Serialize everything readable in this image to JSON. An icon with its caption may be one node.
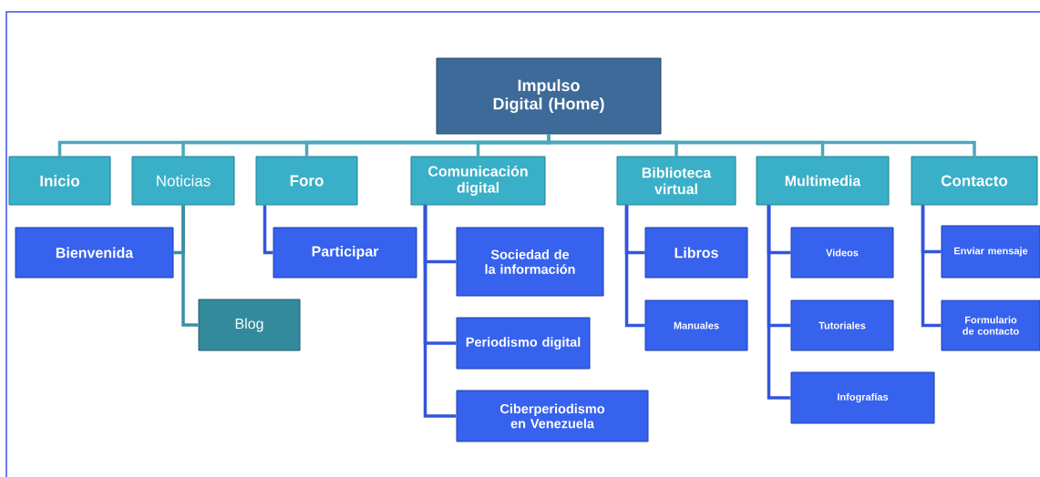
{
  "diagram": {
    "nodes": [
      {
        "text": [
          "Impulso Digital (Home)"
        ]
      },
      {
        "text": [
          "Inicio"
        ]
      },
      {
        "text": [
          "Noticias"
        ]
      },
      {
        "text": [
          "Foro"
        ]
      },
      {
        "text": [
          "Comunicación digital"
        ]
      },
      {
        "text": [
          "Biblioteca virtual"
        ]
      },
      {
        "text": [
          "Multimedia"
        ]
      },
      {
        "text": [
          "Contacto"
        ]
      },
      {
        "text": [
          "Bienvenida"
        ]
      },
      {
        "text": [
          "Blog"
        ]
      },
      {
        "text": [
          "Participar"
        ]
      },
      {
        "text": [
          "Sociedad de la información"
        ]
      },
      {
        "text": [
          "Periodismo digital"
        ]
      },
      {
        "text": [
          "Ciberperiodismo en Venezuela"
        ]
      },
      {
        "text": [
          "Libros"
        ]
      },
      {
        "text": [
          "Manuales"
        ]
      },
      {
        "text": [
          "Videos"
        ]
      },
      {
        "text": [
          "Tutoriales"
        ]
      },
      {
        "text": [
          "Infografías"
        ]
      },
      {
        "text": [
          "Enviar mensaje"
        ]
      },
      {
        "text": [
          "Formulario de contacto"
        ]
      }
    ],
    "edges": [
      {
        "from": 0,
        "to": 1,
        "arrow": "none",
        "color": "#4aa8bc"
      },
      {
        "from": 0,
        "to": 2,
        "arrow": "none",
        "color": "#4aa8bc"
      },
      {
        "from": 0,
        "to": 3,
        "arrow": "none",
        "color": "#4aa8bc"
      },
      {
        "from": 0,
        "to": 4,
        "arrow": "none",
        "color": "#4aa8bc"
      },
      {
        "from": 0,
        "to": 5,
        "arrow": "none",
        "color": "#4aa8bc"
      },
      {
        "from": 0,
        "to": 6,
        "arrow": "none",
        "color": "#4aa8bc"
      },
      {
        "from": 0,
        "to": 7,
        "arrow": "none",
        "color": "#4aa8bc"
      },
      {
        "from": 2,
        "to": 8,
        "arrow": "none",
        "color": "#3a8fa3"
      },
      {
        "from": 2,
        "to": 9,
        "arrow": "none",
        "color": "#3a8fa3"
      },
      {
        "from": 3,
        "to": 10,
        "arrow": "none"
      },
      {
        "from": 4,
        "to": 11,
        "arrow": "none"
      },
      {
        "from": 4,
        "to": 12,
        "arrow": "none"
      },
      {
        "from": 4,
        "to": 13,
        "arrow": "none"
      },
      {
        "from": 5,
        "to": 14,
        "arrow": "none"
      },
      {
        "from": 5,
        "to": 15,
        "arrow": "none"
      },
      {
        "from": 6,
        "to": 16,
        "arrow": "none"
      },
      {
        "from": 6,
        "to": 17,
        "arrow": "none"
      },
      {
        "from": 6,
        "to": 18,
        "arrow": "none"
      },
      {
        "from": 7,
        "to": 19,
        "arrow": "none"
      },
      {
        "from": 7,
        "to": 20,
        "arrow": "none"
      }
    ]
  }
}
